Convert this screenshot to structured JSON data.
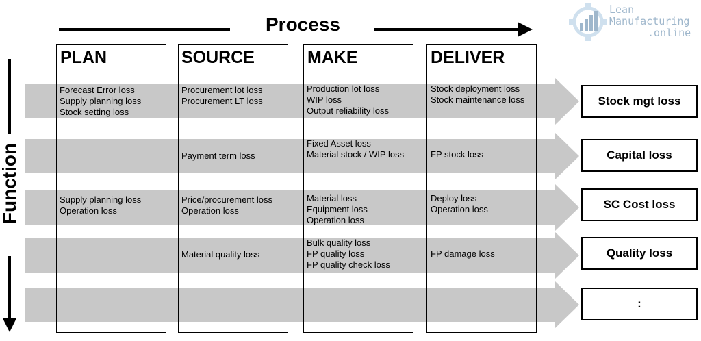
{
  "header": {
    "process_label": "Process",
    "function_label": "Function"
  },
  "logo": {
    "line1": "Lean",
    "line2": "Manufacturing",
    "line3": ".online",
    "color": "#9fb7cc"
  },
  "columns": [
    {
      "title": "PLAN"
    },
    {
      "title": "SOURCE"
    },
    {
      "title": "MAKE"
    },
    {
      "title": "DELIVER"
    }
  ],
  "rows": [
    {
      "loss": "Stock mgt loss",
      "cells": [
        [
          "Forecast Error loss",
          "Supply planning loss",
          "Stock setting loss"
        ],
        [
          "Procurement lot loss",
          "Procurement LT loss"
        ],
        [
          "Production lot loss",
          "WIP loss",
          "Output reliability loss"
        ],
        [
          "Stock deployment loss",
          "Stock maintenance loss"
        ]
      ]
    },
    {
      "loss": "Capital  loss",
      "cells": [
        [],
        [
          "Payment term loss"
        ],
        [
          "Fixed Asset loss",
          "Material stock / WIP loss"
        ],
        [
          "FP stock loss"
        ]
      ]
    },
    {
      "loss": "SC Cost loss",
      "cells": [
        [
          "Supply planning loss",
          "Operation loss"
        ],
        [
          "Price/procurement loss",
          "Operation loss"
        ],
        [
          "Material loss",
          "Equipment loss",
          "Operation loss"
        ],
        [
          "Deploy loss",
          "Operation loss"
        ]
      ]
    },
    {
      "loss": "Quality loss",
      "cells": [
        [],
        [
          "Material quality loss"
        ],
        [
          "Bulk quality loss",
          "FP quality loss",
          "FP quality check loss"
        ],
        [
          "FP damage loss"
        ]
      ]
    },
    {
      "loss": ":",
      "cells": [
        [],
        [],
        [],
        []
      ]
    }
  ],
  "colors": {
    "band": "#c8c8c8",
    "line": "#000000"
  }
}
